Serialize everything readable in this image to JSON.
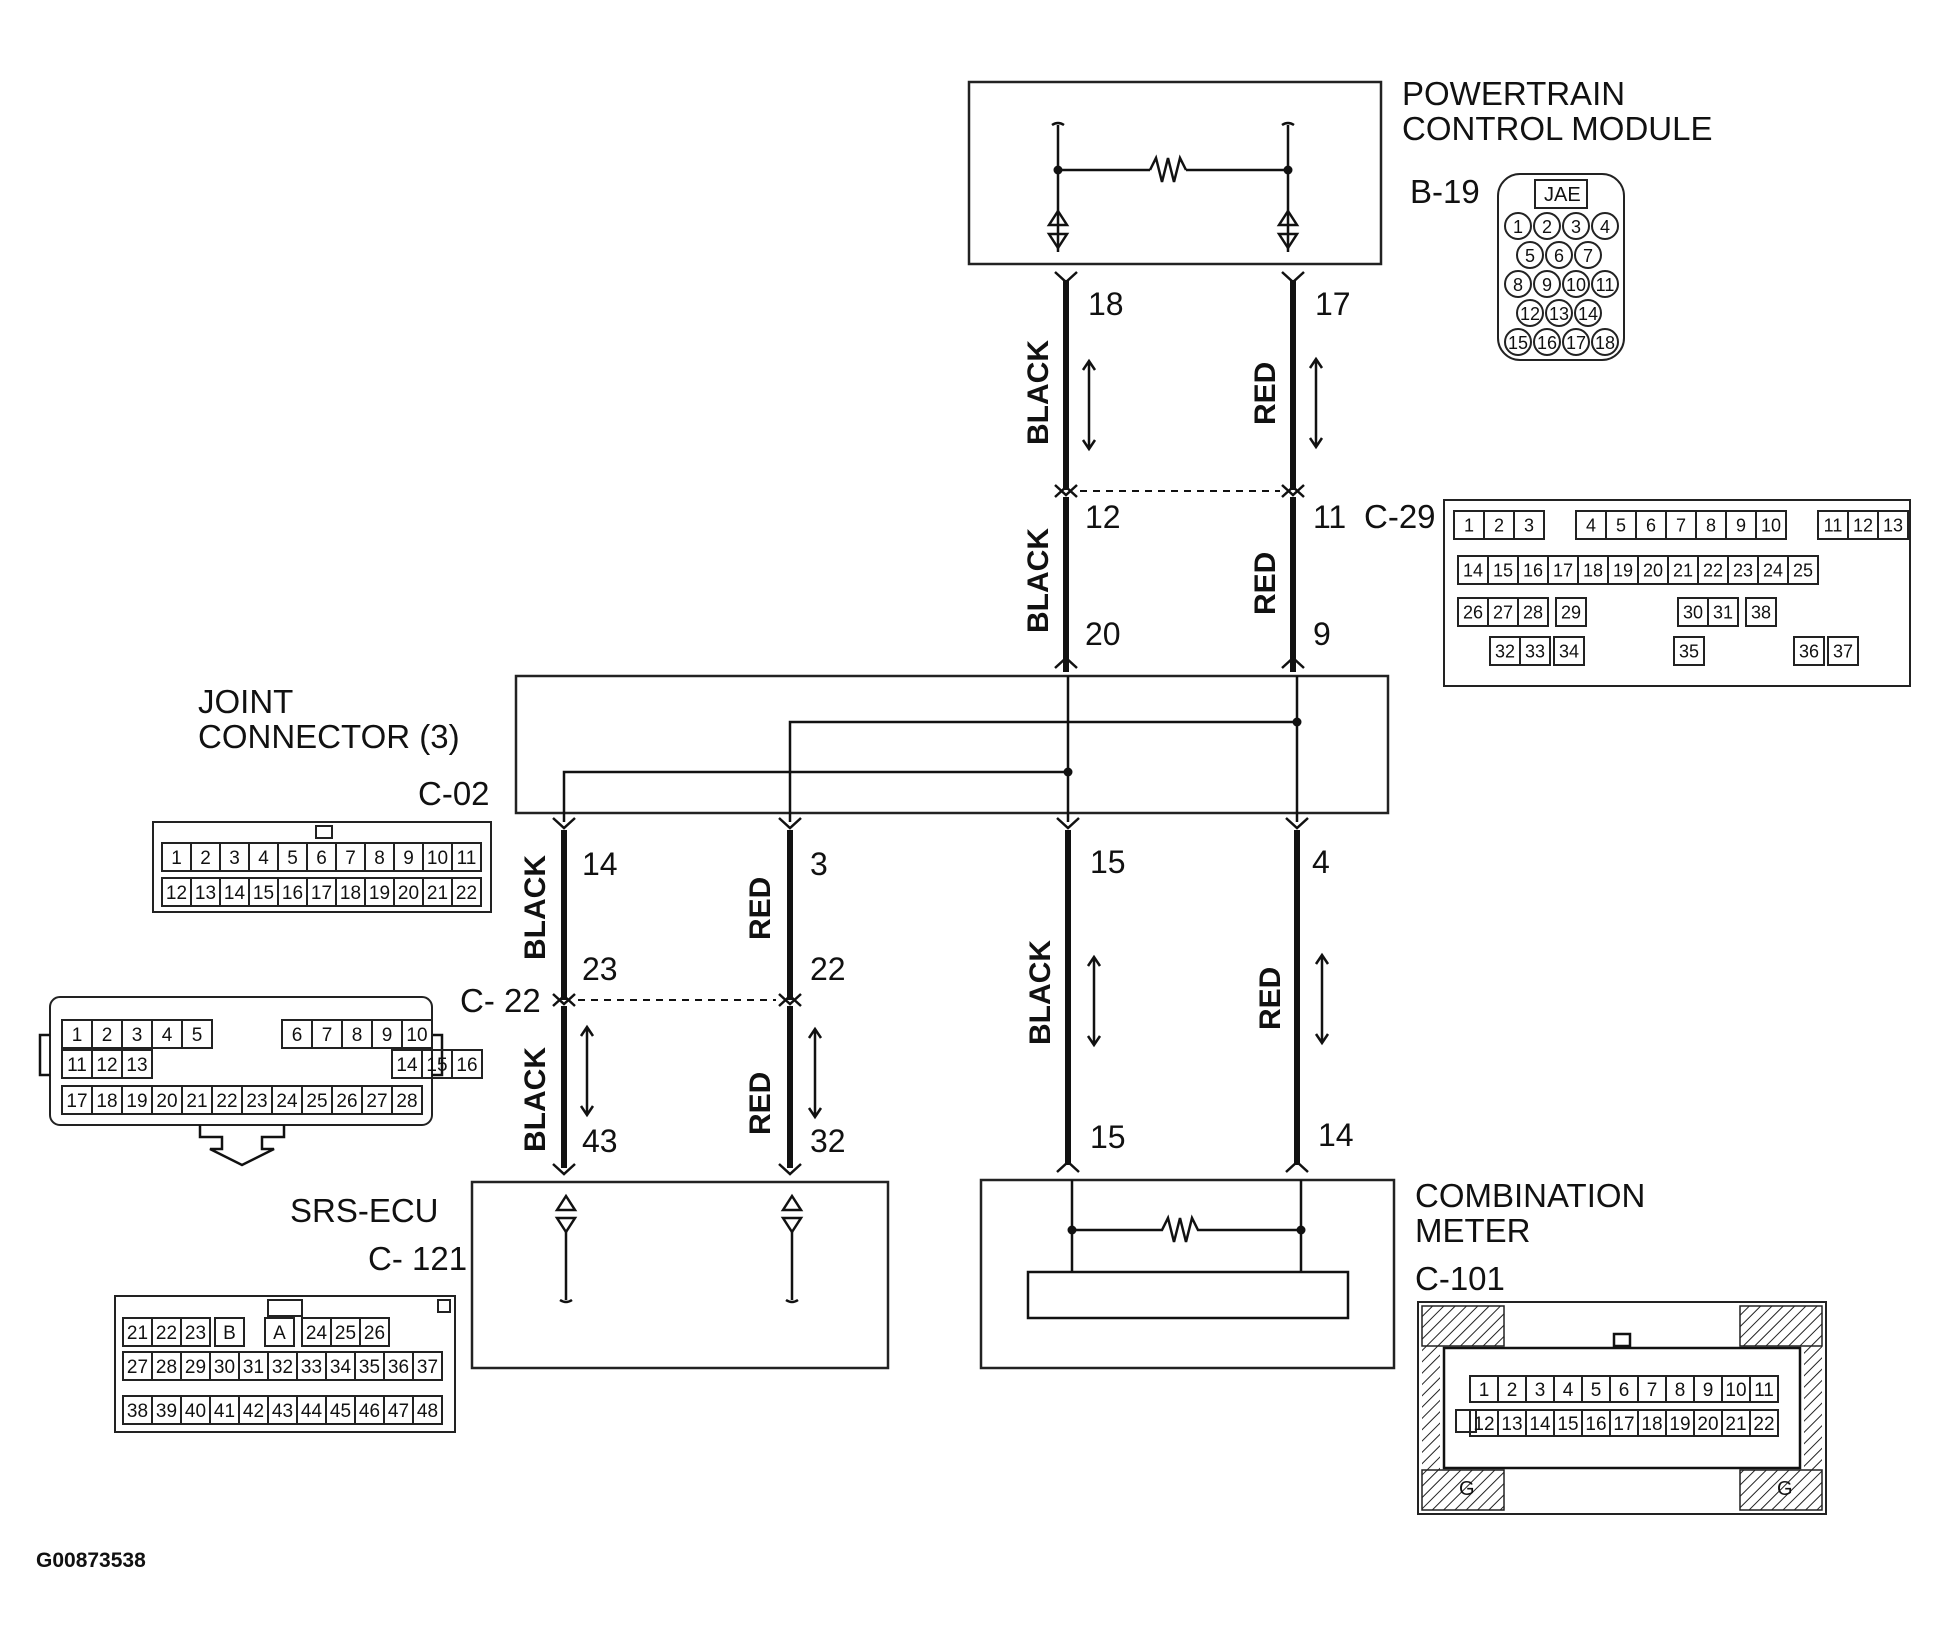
{
  "labels": {
    "pcm_line1": "POWERTRAIN",
    "pcm_line2": "CONTROL MODULE",
    "pcm_connector": "B-19",
    "pcm_brand": "JAE",
    "c29": "C-29",
    "joint_line1": "JOINT",
    "joint_line2": "CONNECTOR (3)",
    "c02": "C-02",
    "c22": "C- 22",
    "srs_name": "SRS-ECU",
    "srs_connector": "C- 121",
    "meter_line1": "COMBINATION",
    "meter_line2": "METER",
    "meter_connector": "C-101",
    "figure_id": "G00873538"
  },
  "wire_colors": {
    "black": "BLACK",
    "red": "RED"
  },
  "pins": {
    "pcm_black": "18",
    "pcm_red": "17",
    "c29_black": "12",
    "c29_red": "11",
    "joint_in_black": "20",
    "joint_in_red": "9",
    "joint_out_1": "14",
    "joint_out_2": "3",
    "joint_out_3": "15",
    "joint_out_4": "4",
    "c22_black": "23",
    "c22_red": "22",
    "srs_black": "43",
    "srs_red": "32",
    "meter_black": "15",
    "meter_red": "14"
  },
  "connector_faces": {
    "b19_rows": [
      [
        "1",
        "2",
        "3",
        "4"
      ],
      [
        "5",
        "6",
        "7"
      ],
      [
        "8",
        "9",
        "10",
        "11"
      ],
      [
        "12",
        "13",
        "14"
      ],
      [
        "15",
        "16",
        "17",
        "18"
      ]
    ],
    "c29_row1": [
      "1",
      "2",
      "3",
      "4",
      "5",
      "6",
      "7",
      "8",
      "9",
      "10",
      "11",
      "12",
      "13"
    ],
    "c29_row2": [
      "14",
      "15",
      "16",
      "17",
      "18",
      "19",
      "20",
      "21",
      "22",
      "23",
      "24",
      "25"
    ],
    "c29_row3": [
      "26",
      "27",
      "28",
      "29",
      "30",
      "31",
      "38"
    ],
    "c29_row4": [
      "32",
      "33",
      "34",
      "35",
      "36",
      "37"
    ],
    "c02_row1": [
      "1",
      "2",
      "3",
      "4",
      "5",
      "6",
      "7",
      "8",
      "9",
      "10",
      "11"
    ],
    "c02_row2": [
      "12",
      "13",
      "14",
      "15",
      "16",
      "17",
      "18",
      "19",
      "20",
      "21",
      "22"
    ],
    "c22_row1": [
      "1",
      "2",
      "3",
      "4",
      "5",
      "6",
      "7",
      "8",
      "9",
      "10"
    ],
    "c22_row2": [
      "11",
      "12",
      "13",
      "14",
      "15",
      "16"
    ],
    "c22_row3": [
      "17",
      "18",
      "19",
      "20",
      "21",
      "22",
      "23",
      "24",
      "25",
      "26",
      "27",
      "28"
    ],
    "c121_row1": [
      "21",
      "22",
      "23",
      "B",
      "A",
      "24",
      "25",
      "26"
    ],
    "c121_row2": [
      "27",
      "28",
      "29",
      "30",
      "31",
      "32",
      "33",
      "34",
      "35",
      "36",
      "37"
    ],
    "c121_row3": [
      "38",
      "39",
      "40",
      "41",
      "42",
      "43",
      "44",
      "45",
      "46",
      "47",
      "48"
    ],
    "c101_row1": [
      "1",
      "2",
      "3",
      "4",
      "5",
      "6",
      "7",
      "8",
      "9",
      "10",
      "11"
    ],
    "c101_row2": [
      "12",
      "13",
      "14",
      "15",
      "16",
      "17",
      "18",
      "19",
      "20",
      "21",
      "22"
    ],
    "c101_ground": "G"
  }
}
